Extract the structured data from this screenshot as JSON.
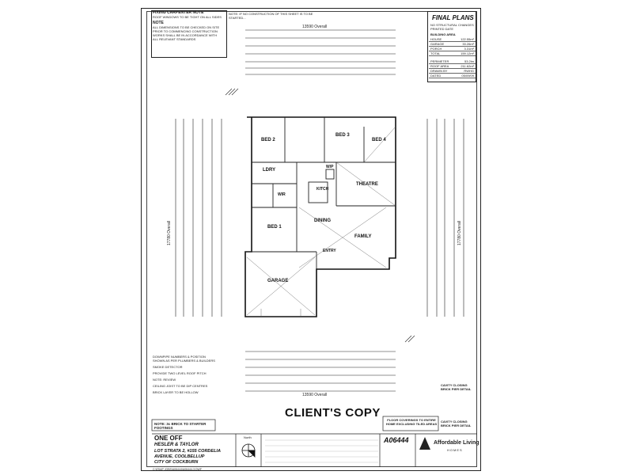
{
  "header_notes": {
    "fixing_title": "FIXING CARPENTER NOTE",
    "fixing_text": "ROOF WINDOWS TO BE TIGHT ON ALL SIDES",
    "note_title": "NOTE",
    "note_lines": [
      "ALL DIMENSIONS TO BE CHECKED ON SITE",
      "PRIOR TO COMMENCING CONSTRUCTION",
      "WORKS SHALL BE IN ACCORDANCE WITH",
      "ALL RELEVANT STANDARDS"
    ],
    "warning": "NOTE: IF NO CONSTRUCTION OF THIS SHEET IS TO BE STARTED..."
  },
  "final_plans": {
    "title": "FINAL PLANS",
    "subtitle": "NO STRUCTURAL CHANGES PRINTED DATE",
    "areas_title": "BUILDING AREA",
    "areas": [
      {
        "label": "HOUSE",
        "value": "122.55m²"
      },
      {
        "label": "GARAGE",
        "value": "33.26m²"
      },
      {
        "label": "PORCH",
        "value": "3.31m²"
      },
      {
        "label": "TOTAL",
        "value": "159.12m²"
      },
      {
        "label": "PERIMETER",
        "value": "53.2lm"
      },
      {
        "label": "ROOF AREA",
        "value": "211.62m²"
      },
      {
        "label": "DRAWN BY",
        "value": "RWHG"
      },
      {
        "label": "DATED",
        "value": "05/09/09"
      }
    ]
  },
  "dimensions": {
    "top_overall": "13590 Overall",
    "bottom_overall": "13590 Overall",
    "left_overall": "17780 Overall",
    "right_overall": "17780 Overall"
  },
  "rooms": {
    "bed2": "BED 2",
    "bed3": "BED 3",
    "bed4": "BED 4",
    "ldry": "LDRY",
    "wip": "W/P",
    "theatre": "THEATRE",
    "wir": "WIR",
    "kitch": "KITCH",
    "dining": "DINING",
    "bed1": "BED 1",
    "family": "FAMILY",
    "entry": "ENTRY",
    "garage": "GARAGE"
  },
  "left_notes": [
    "DOWNPIPE NUMBERS & POSITION SHOWN AS PER PLUMBERS & BUILDERS",
    "SMOKE DETECTOR",
    "PROVIDE TWO LEVEL ROOF PITCH",
    "NOTE: REVIEW",
    "CEILING JOIST TO BE DIP CENTRES",
    "BRICK LAYER TO BE HOLLOW"
  ],
  "right_notes": {
    "cavity1": "CAVITY CLOSING BRICK PIER DETAIL",
    "cavity2": "CAVITY CLOSING BRICK PIER DETAIL"
  },
  "stamp": "CLIENT'S COPY",
  "floor_note": "FLOOR COVERINGS TO ENTIRE HOME EXCLUDING TILED AREAS",
  "brick_note": "NOTE: 3c BRICK TO STARTER FOOTINGS",
  "title_block": {
    "job_type": "ONE OFF",
    "client": "HESLER & TAYLOR",
    "address1": "LOT STRATA 2, #155 CORDELIA",
    "address2": "AVENUE, COOLBELLUP",
    "council": "CITY OF COCKBURN",
    "north": "North",
    "job_number": "A06444",
    "company": "Affordable Living",
    "company_sub": "HOMES",
    "file_path": "C:\\ESAP JOBS\\A06444\\A06444-3.DWF"
  },
  "colors": {
    "ink": "#222222",
    "paper": "#ffffff"
  }
}
